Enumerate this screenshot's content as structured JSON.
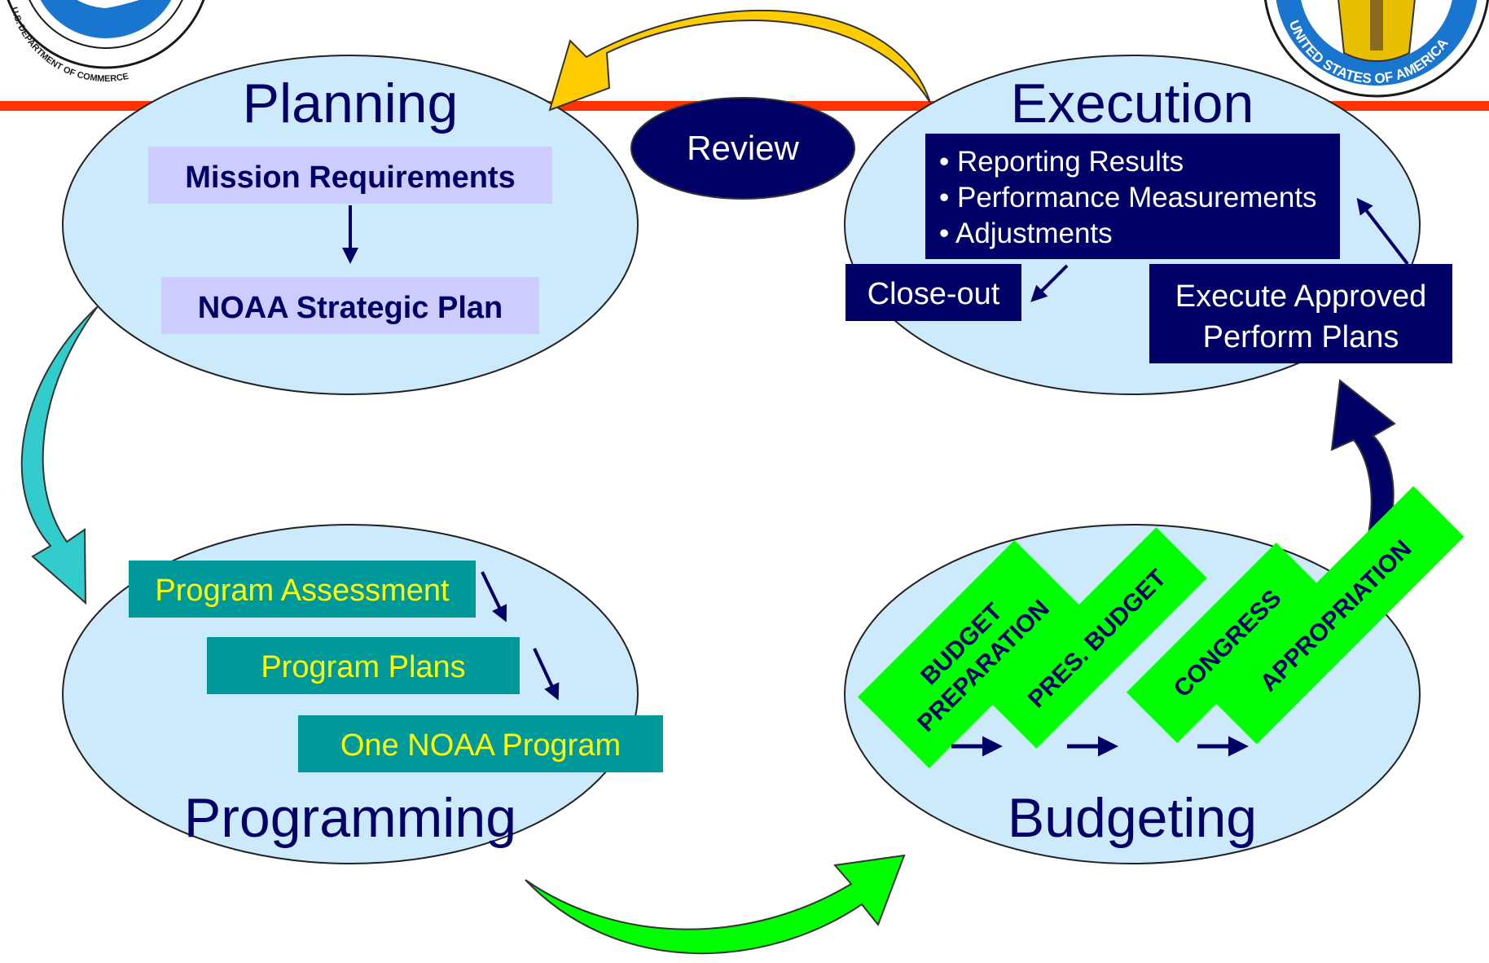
{
  "colors": {
    "red_rule": "#ff3300",
    "ellipse_fill": "#cdeafc",
    "ellipse_stroke": "#222222",
    "navy": "#000066",
    "lavender": "#ccccff",
    "teal": "#009999",
    "teal_text": "#ffff00",
    "green_box": "#00ff00",
    "yellow_arrow": "#ffcc00",
    "cyan_arrow": "#33cccc",
    "green_arrow": "#00ff00",
    "logo_blue": "#1a75cf"
  },
  "logos": {
    "left_seal_text": "U.S. DEPARTMENT OF COMMERCE",
    "right_seal_text": "UNITED STATES OF AMERICA"
  },
  "review_label": "Review",
  "planning": {
    "title": "Planning",
    "box1": "Mission Requirements",
    "box2": "NOAA Strategic Plan"
  },
  "execution": {
    "title": "Execution",
    "bullets": [
      "• Reporting Results",
      "• Performance Measurements",
      "• Adjustments"
    ],
    "close_out": "Close-out",
    "execute_line1": "Execute Approved",
    "execute_line2": "Perform Plans"
  },
  "programming": {
    "title": "Programming",
    "box1": "Program Assessment",
    "box2": "Program Plans",
    "box3": "One NOAA Program"
  },
  "budgeting": {
    "title": "Budgeting",
    "steps": [
      {
        "line1": "BUDGET",
        "line2": "PREPARATION"
      },
      {
        "line1": "PRES. BUDGET",
        "line2": ""
      },
      {
        "line1": "CONGRESS",
        "line2": ""
      },
      {
        "line1": "APPROPRIATION",
        "line2": ""
      }
    ]
  }
}
